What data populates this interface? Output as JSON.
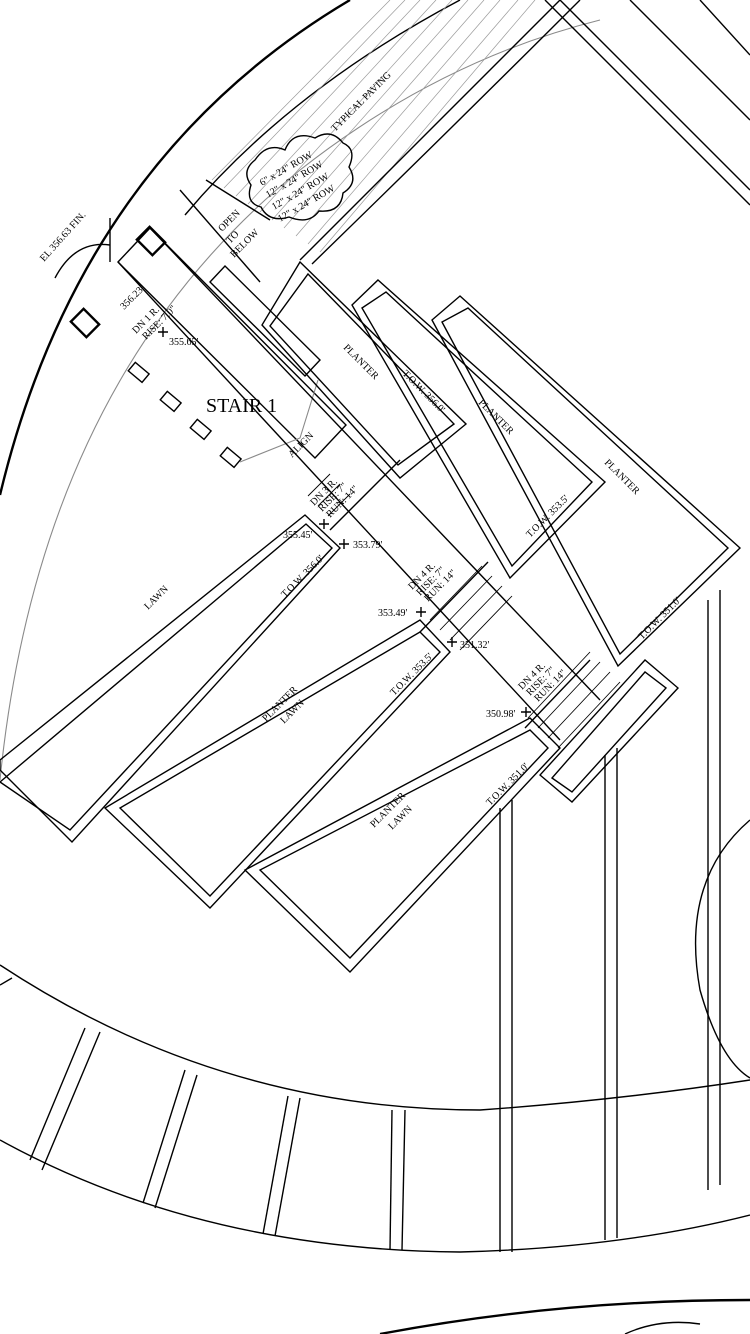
{
  "labels": {
    "stair": "STAIR 1",
    "elevation_fin": "EL 356.63 FIN.",
    "typical_paving": "TYPICAL PAVING",
    "open_to_below": [
      "OPEN",
      "TO",
      "BELOW"
    ],
    "align": "ALIGN",
    "lawn": "LAWN",
    "planter": "PLANTER",
    "planter_lawn": [
      "PLANTER",
      "LAWN"
    ],
    "paving_rows": [
      "6\" x 24\" ROW",
      "12\" x 24\" ROW",
      "12\" x 24\" ROW",
      "12\" x 24\" ROW"
    ]
  },
  "stairs": [
    {
      "lines": [
        "DN 1 R.",
        "RISE: 7.0\""
      ]
    },
    {
      "lines": [
        "DN 3 R.",
        "RISE: 7\"",
        "RUN: 14\""
      ]
    },
    {
      "lines": [
        "DN 4 R.",
        "RISE: 7\"",
        "RUN: 14\""
      ]
    },
    {
      "lines": [
        "DN 4 R.",
        "RISE: 7\"",
        "RUN: 14\""
      ]
    }
  ],
  "elevations": [
    "356.23'",
    "355.65'",
    "355.45'",
    "353.79'",
    "353.49'",
    "351.32'",
    "350.98'"
  ],
  "tow": [
    "T.O.W. 356.0'",
    "T.O.W. 353.5'",
    "T.O.W. 351.0'",
    "T.O.W. 356.0'",
    "T.O.W. 353.5'",
    "T.O.W. 351.0'"
  ]
}
